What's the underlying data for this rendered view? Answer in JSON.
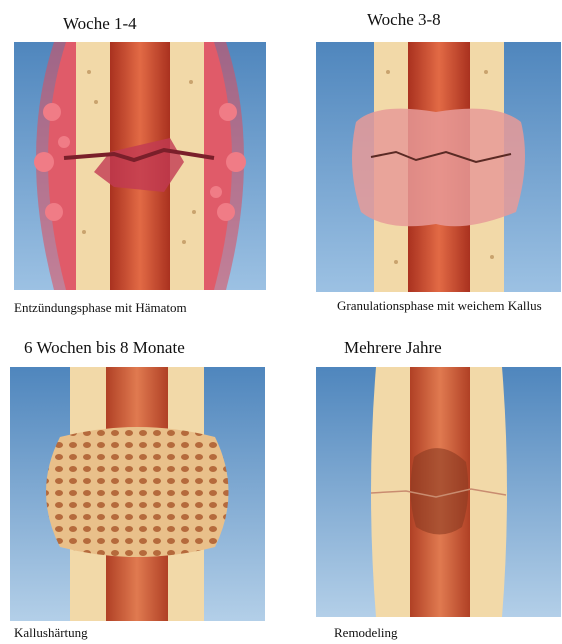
{
  "stages": [
    {
      "heading": "Woche 1-4",
      "caption": "Entzündungsphase mit Hämatom"
    },
    {
      "heading": "Woche 3-8",
      "caption": "Granulationsphase mit weichem Kallus"
    },
    {
      "heading": "6 Wochen bis 8 Monate",
      "caption": "Kallushärtung"
    },
    {
      "heading": "Mehrere Jahre",
      "caption": "Remodeling"
    }
  ],
  "colors": {
    "background_blue": "#5d94c6",
    "bone_cortex": "#f2d9a8",
    "marrow_red": "#c9482f",
    "hematoma": "#d83a4a",
    "callus_pink": "#e79a98"
  },
  "icons": [
    "bone-fracture-hematoma",
    "bone-soft-callus",
    "bone-hard-callus",
    "bone-remodeled"
  ]
}
